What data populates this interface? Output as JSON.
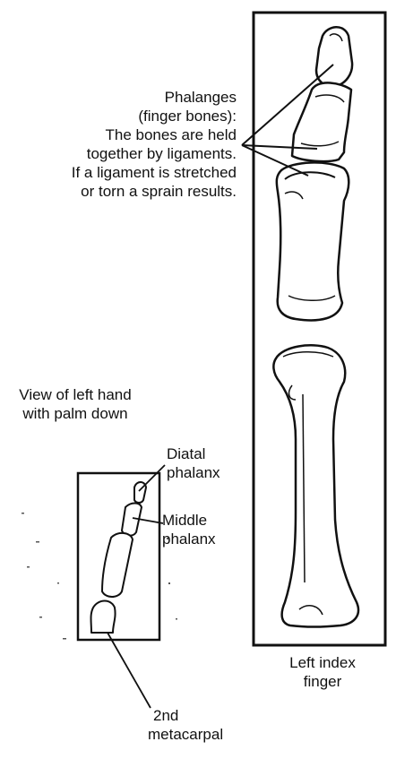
{
  "phalanges_note": {
    "line1": "Phalanges",
    "line2": "(finger bones):",
    "line3": "The bones are held",
    "line4": "together by ligaments.",
    "line5": "If a ligament is stretched",
    "line6": "or torn a sprain results."
  },
  "hand_view": {
    "line1": "View of left hand",
    "line2": "with palm down"
  },
  "labels": {
    "distal_line1": "Diatal",
    "distal_line2": "phalanx",
    "middle_line1": "Middle",
    "middle_line2": "phalanx",
    "metacarpal_line1": "2nd",
    "metacarpal_line2": "metacarpal",
    "finger_line1": "Left index",
    "finger_line2": "finger"
  },
  "colors": {
    "ink": "#111111",
    "paper": "#ffffff"
  }
}
